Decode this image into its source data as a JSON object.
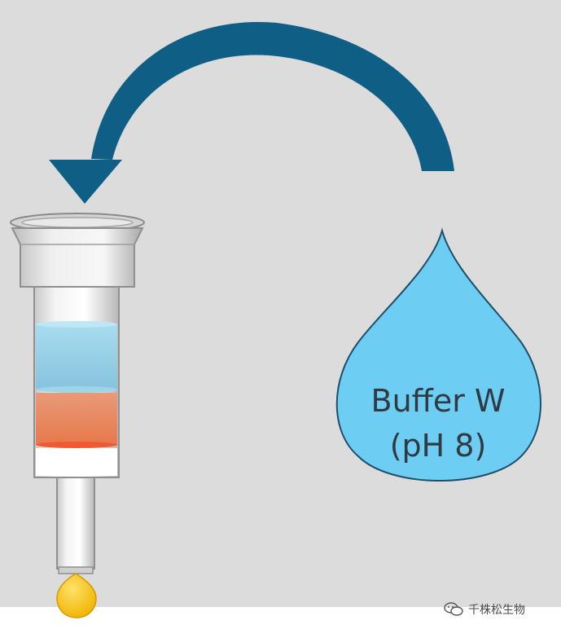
{
  "drop": {
    "line1": "Buffer W",
    "line2": "(pH 8)"
  },
  "watermark": {
    "text": "千株松生物"
  },
  "colors": {
    "background": "#dcdcdc",
    "arrow": "#0e5e86",
    "drop_fill": "#6ecdf3",
    "drop_stroke": "#1d4f6a",
    "buffer_layer": "#8ecbe3",
    "resin_layer": "#e98860",
    "eluate_drop": "#f6c21b"
  },
  "icons": [
    "curved-arrow-icon",
    "wechat-icon"
  ]
}
